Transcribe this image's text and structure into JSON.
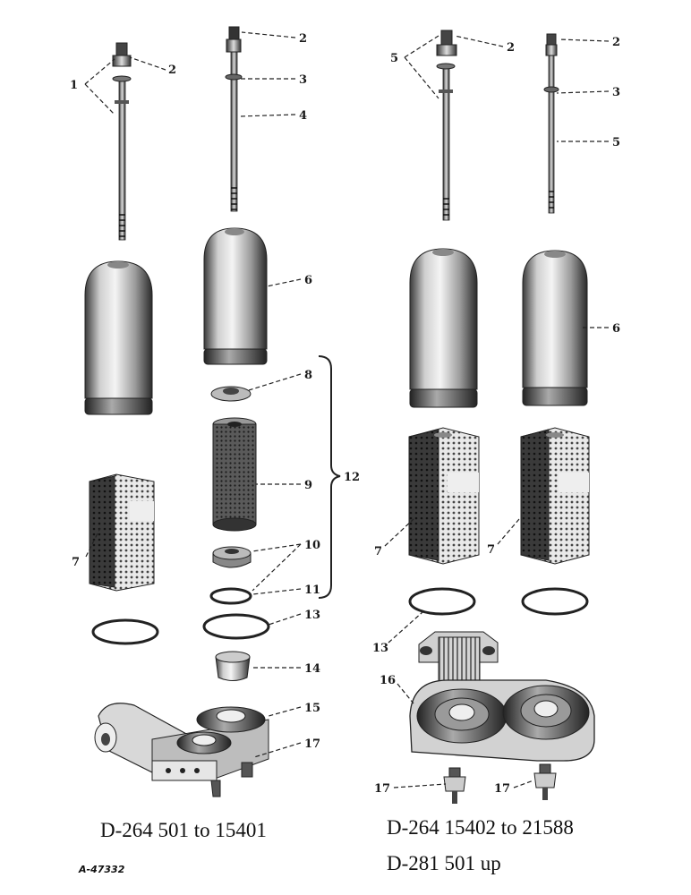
{
  "callouts": [
    {
      "id": "c1",
      "text": "1"
    },
    {
      "id": "c2a",
      "text": "2"
    },
    {
      "id": "c2b",
      "text": "2"
    },
    {
      "id": "c2c",
      "text": "2"
    },
    {
      "id": "c2d",
      "text": "2"
    },
    {
      "id": "c3a",
      "text": "3"
    },
    {
      "id": "c3b",
      "text": "3"
    },
    {
      "id": "c4",
      "text": "4"
    },
    {
      "id": "c5a",
      "text": "5"
    },
    {
      "id": "c5b",
      "text": "5"
    },
    {
      "id": "c6a",
      "text": "6"
    },
    {
      "id": "c6b",
      "text": "6"
    },
    {
      "id": "c7a",
      "text": "7"
    },
    {
      "id": "c7b",
      "text": "7"
    },
    {
      "id": "c7c",
      "text": "7"
    },
    {
      "id": "c8",
      "text": "8"
    },
    {
      "id": "c9",
      "text": "9"
    },
    {
      "id": "c10",
      "text": "10"
    },
    {
      "id": "c11",
      "text": "11"
    },
    {
      "id": "c12",
      "text": "12"
    },
    {
      "id": "c13a",
      "text": "13"
    },
    {
      "id": "c13b",
      "text": "13"
    },
    {
      "id": "c14",
      "text": "14"
    },
    {
      "id": "c15",
      "text": "15"
    },
    {
      "id": "c16",
      "text": "16"
    },
    {
      "id": "c17a",
      "text": "17"
    },
    {
      "id": "c17b",
      "text": "17"
    },
    {
      "id": "c17c",
      "text": "17"
    }
  ],
  "captions": {
    "left": "D-264  501 to 15401",
    "right_line1": "D-264  15402 to 21588",
    "right_line2": "D-281  501 up"
  },
  "figure_ref": "A-47332",
  "colors": {
    "ink": "#1a1a1a",
    "dark": "#2a2a2a",
    "mid": "#8a8a8a",
    "light": "#e6e6e6",
    "paper": "#ffffff"
  }
}
